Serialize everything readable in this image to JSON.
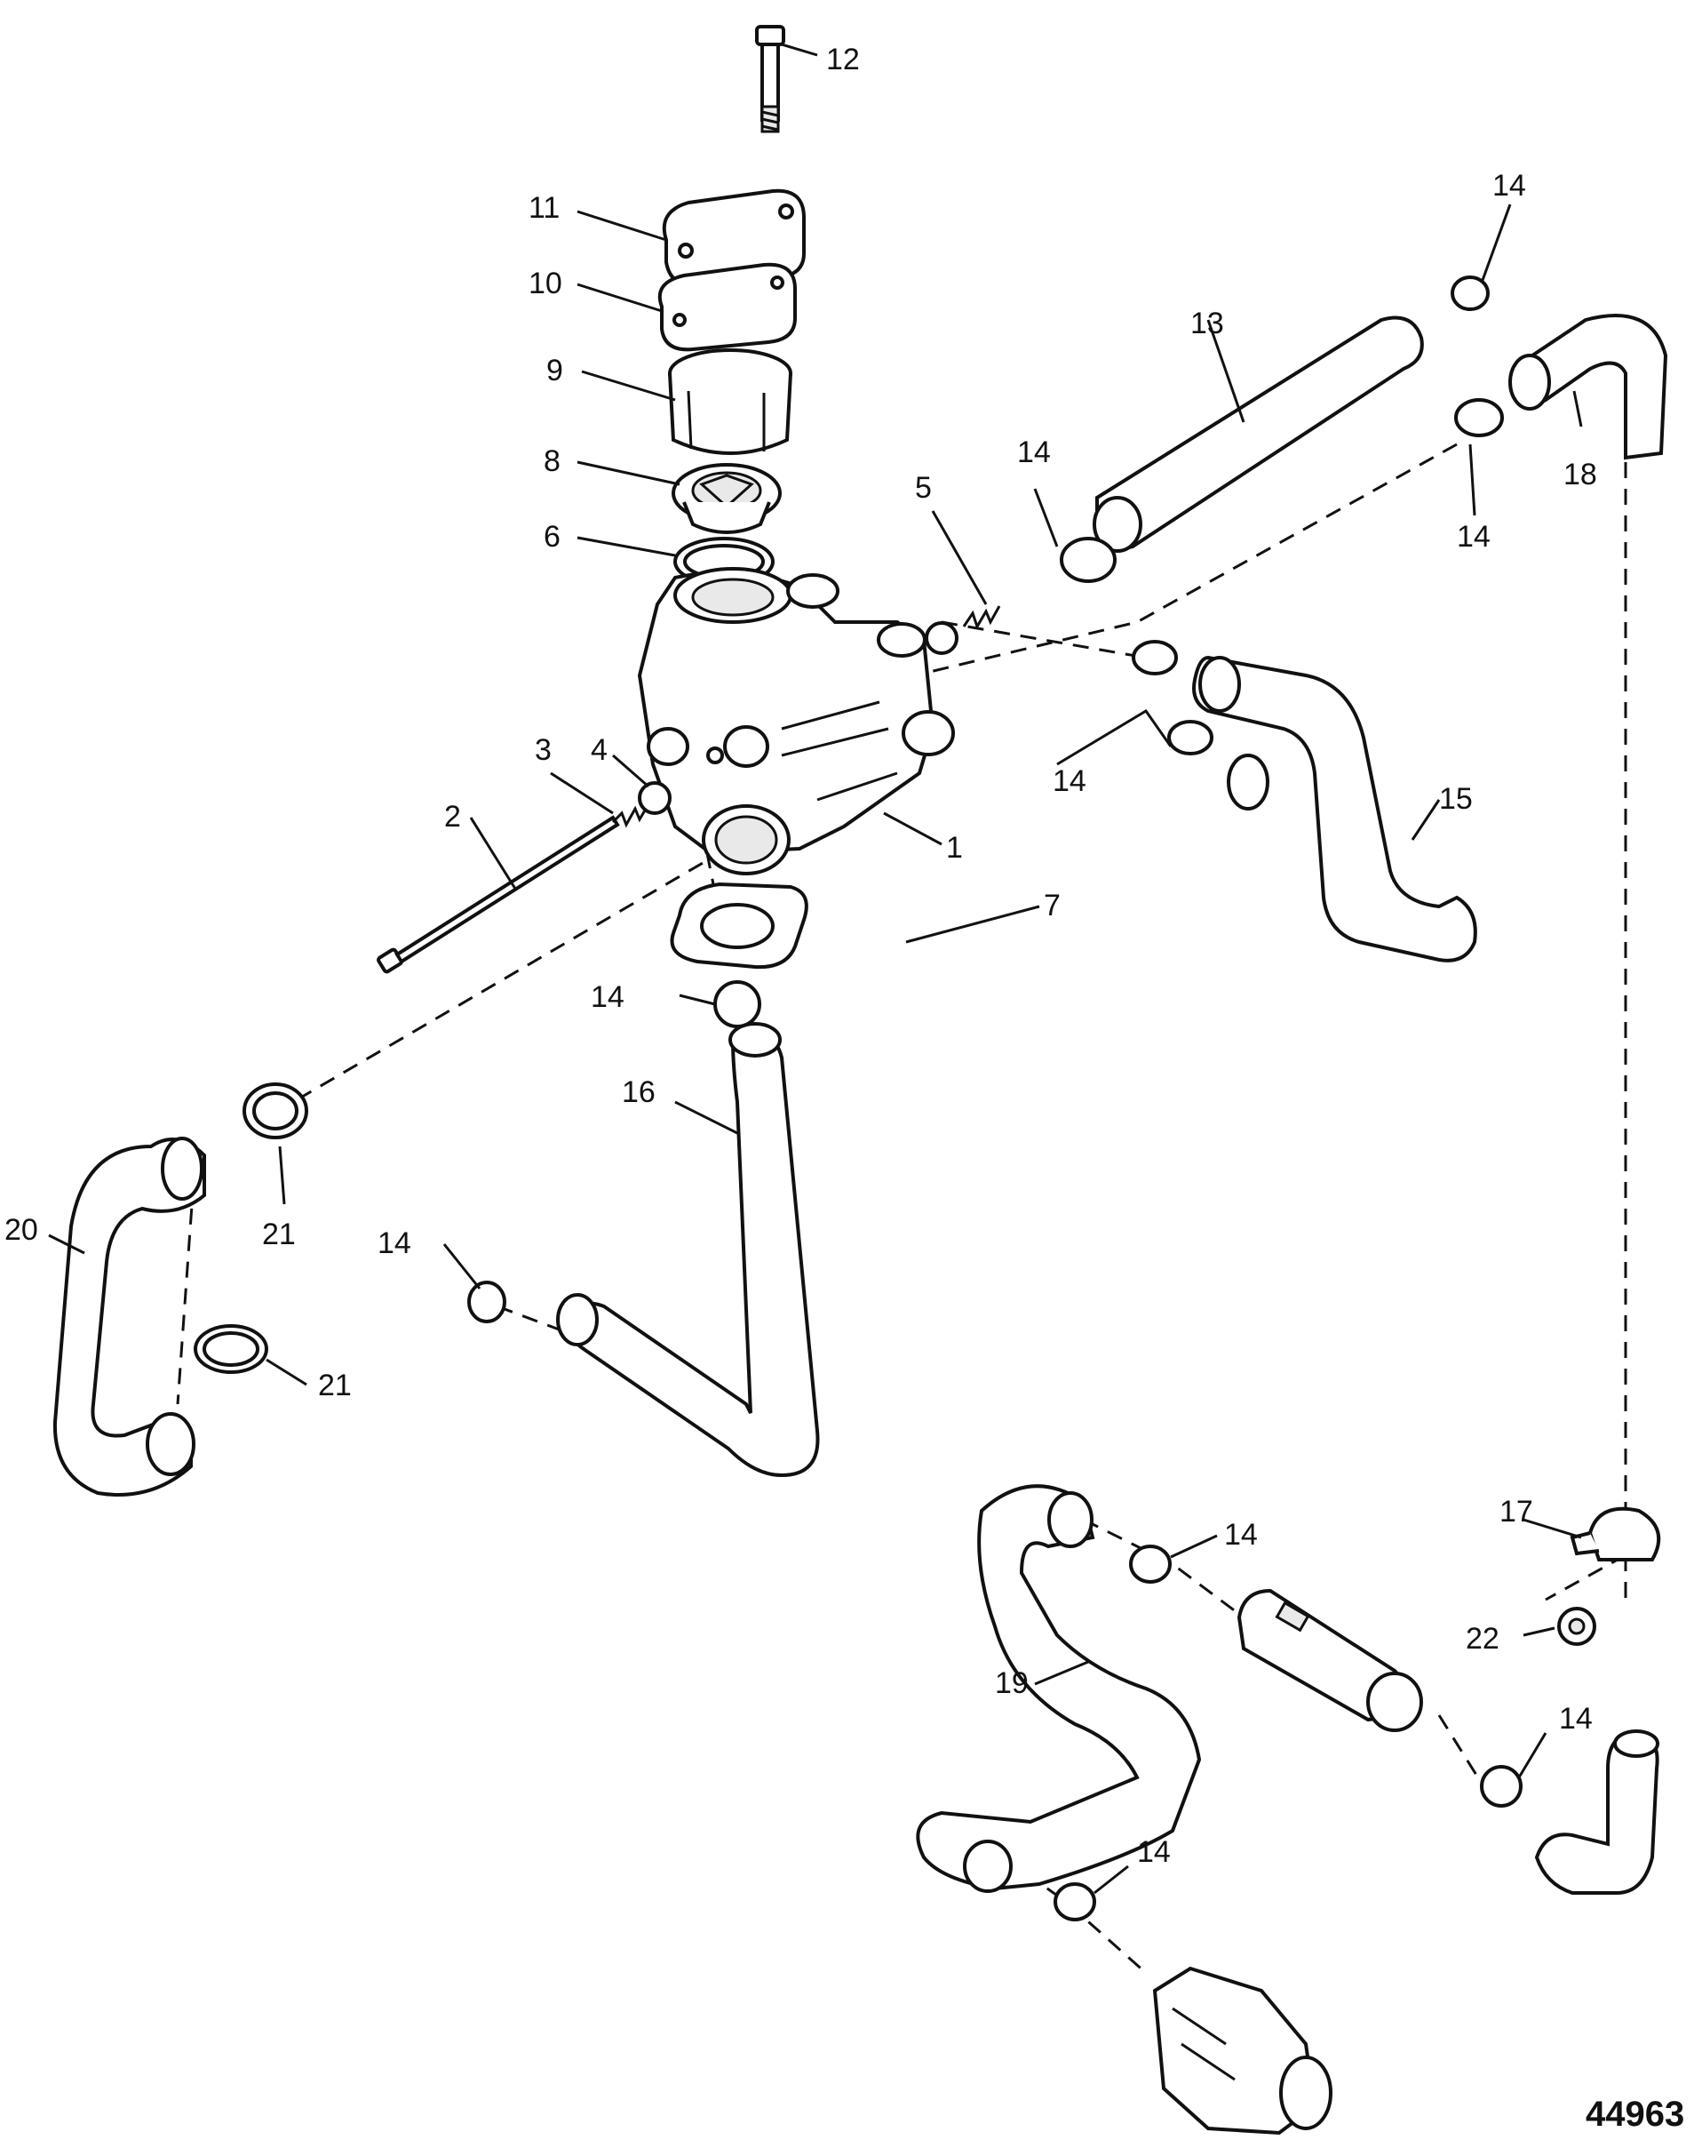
{
  "figure_number": "44963",
  "callouts": [
    "1",
    "2",
    "3",
    "4",
    "5",
    "6",
    "7",
    "8",
    "9",
    "10",
    "11",
    "12",
    "13",
    "14",
    "15",
    "16",
    "17",
    "18",
    "19",
    "20",
    "21",
    "22"
  ],
  "repeated": {
    "clamp_label": "14",
    "clamp21_label": "21"
  }
}
